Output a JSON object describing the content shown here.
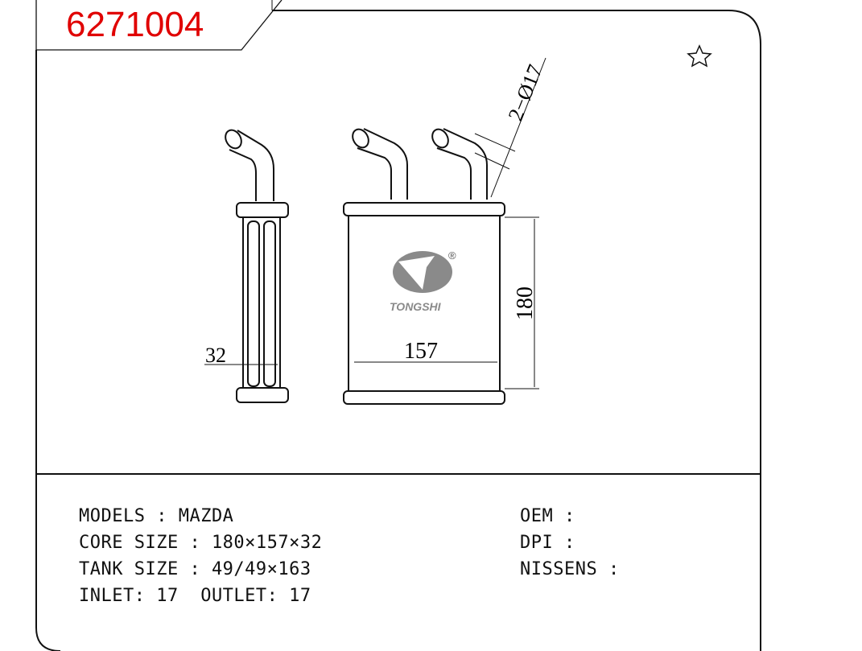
{
  "part_number": "6271004",
  "colors": {
    "part_number": "#e00000",
    "logo": "#8a8a8a"
  },
  "favorite_icon": "star-outline-icon",
  "drawing": {
    "pipe_dim": "2−Ø17",
    "height_dim": "180",
    "width_dim": "157",
    "depth_dim": "32",
    "logo_text": "TONGSHI",
    "registered": "®"
  },
  "specs": {
    "models": "MODELS : MAZDA",
    "core_size": "CORE SIZE : 180×157×32",
    "tank_size": "TANK SIZE : 49/49×163",
    "inlet_outlet": "INLET: 17  OUTLET: 17",
    "oem": "OEM :",
    "dpi": "DPI :",
    "nissens": "NISSENS :"
  }
}
